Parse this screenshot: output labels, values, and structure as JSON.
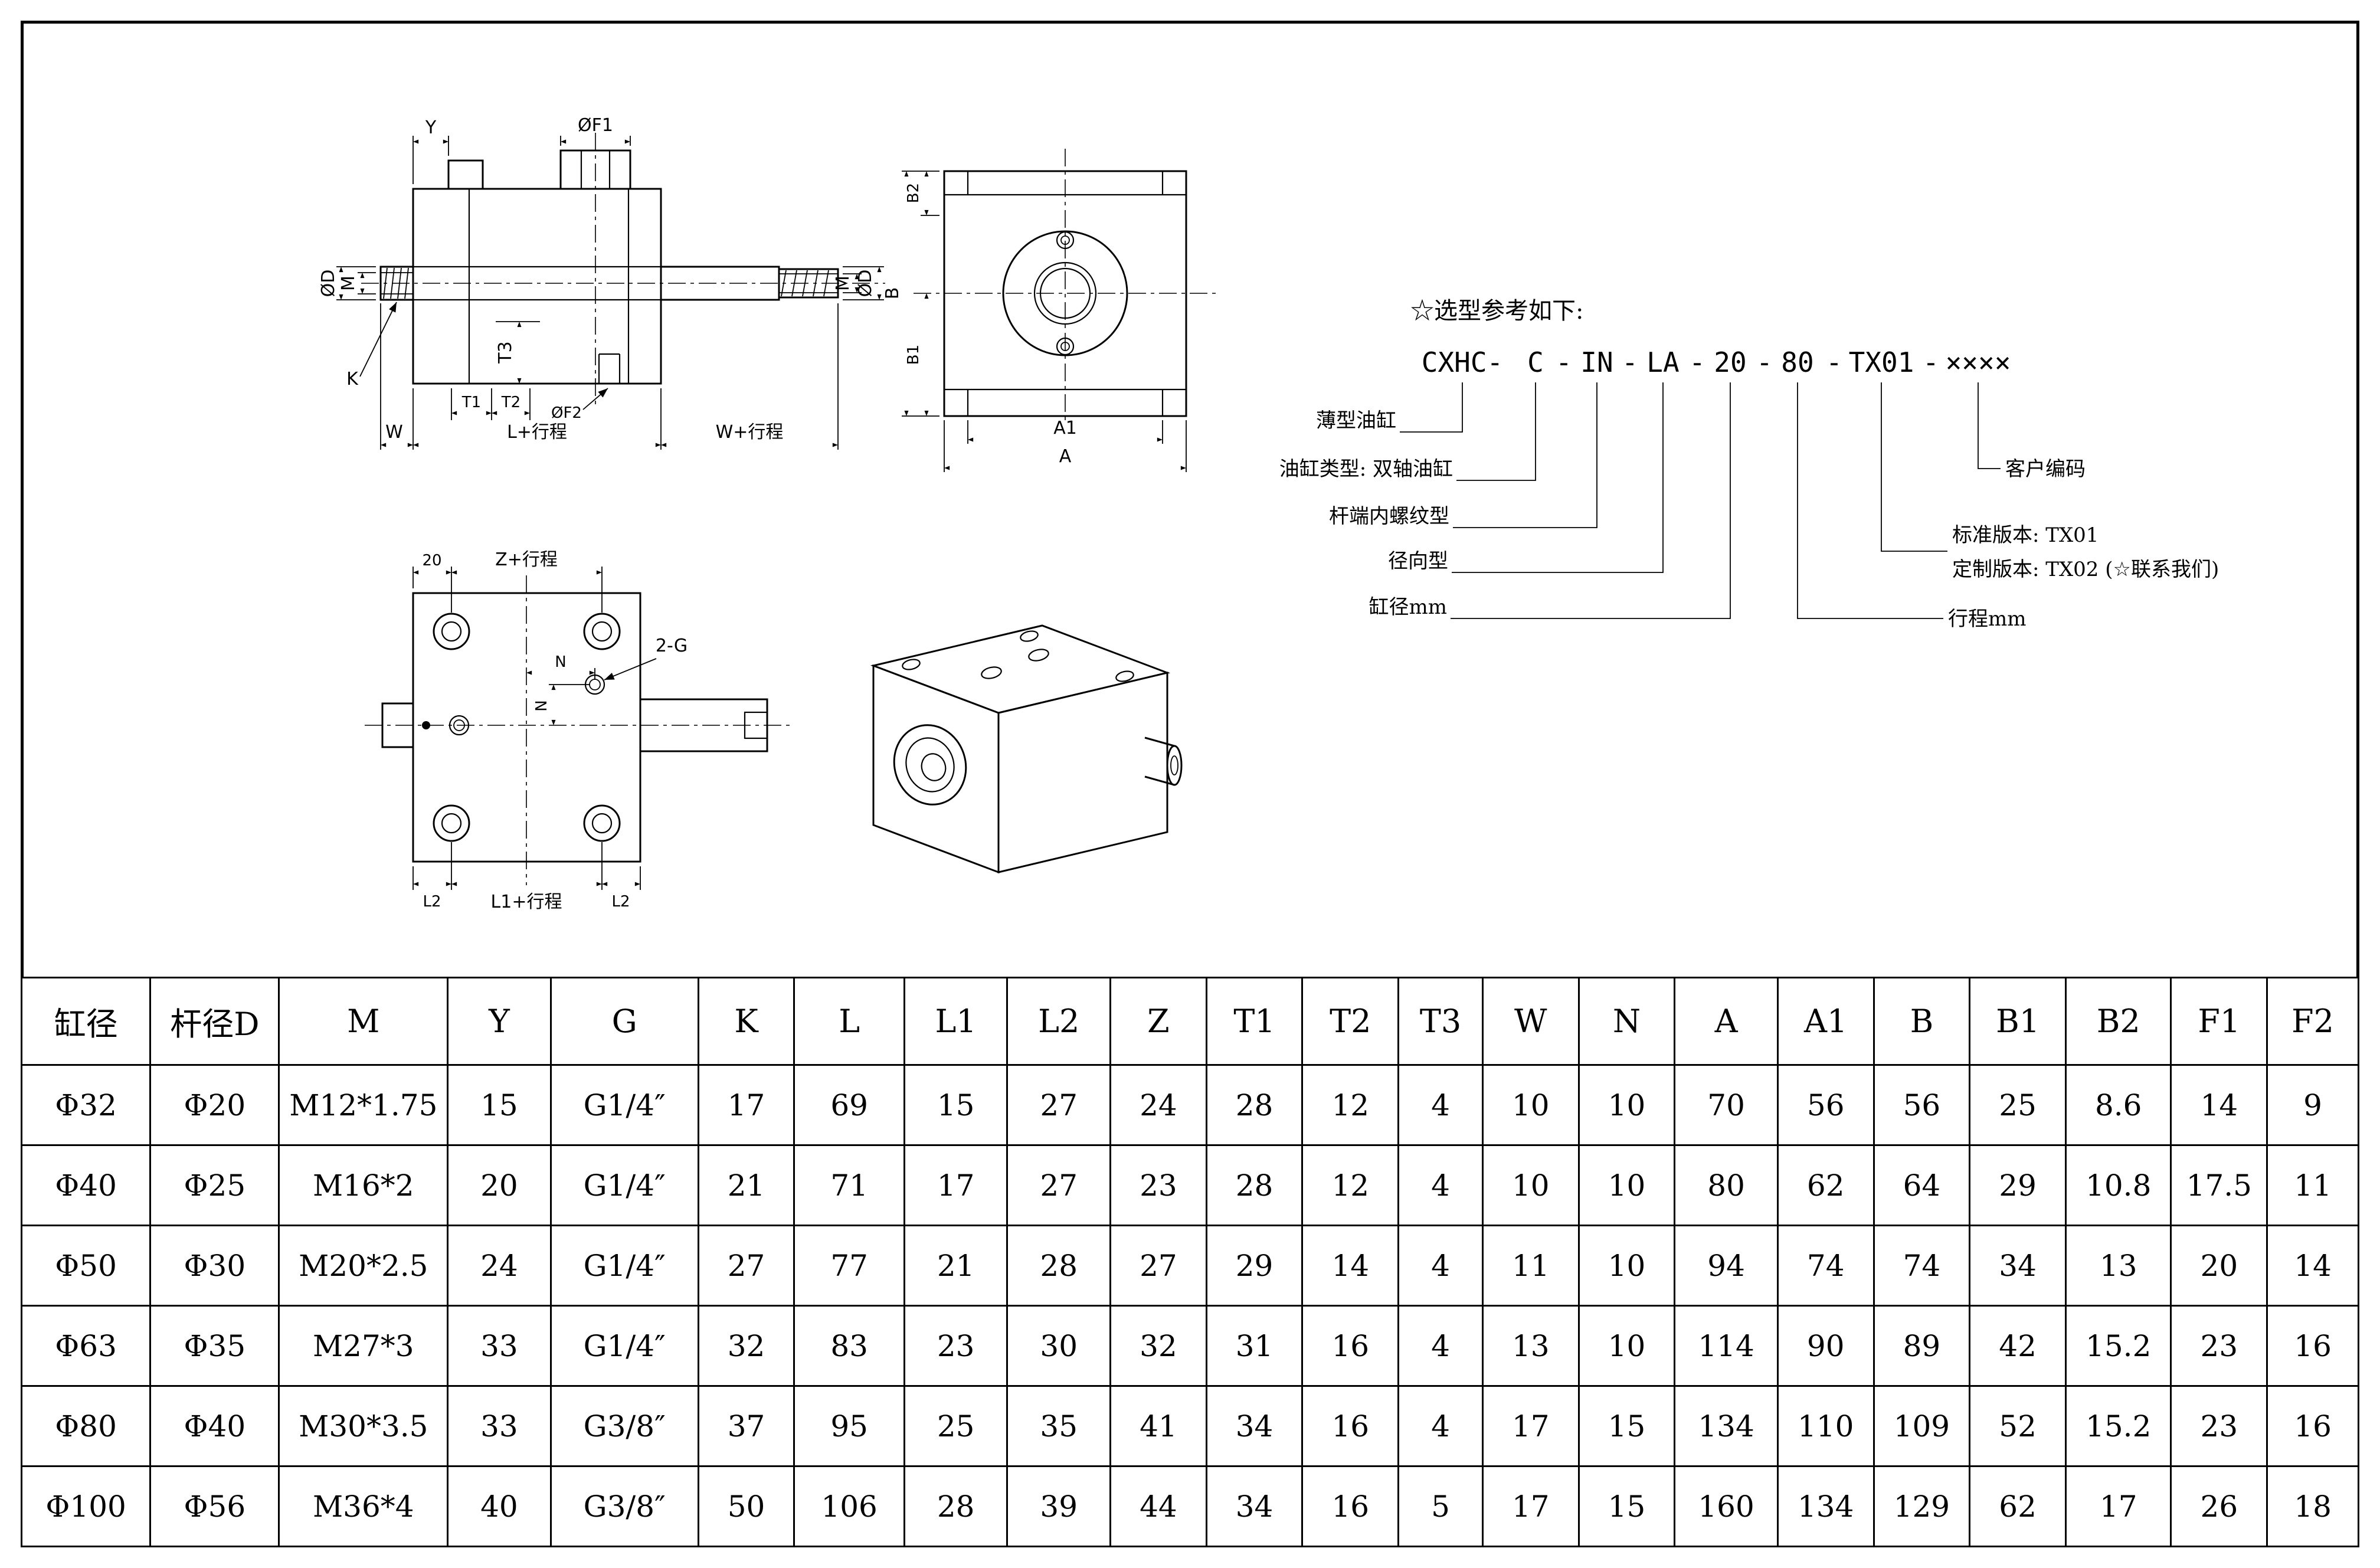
{
  "selection_guide": {
    "title": "☆选型参考如下:",
    "code": {
      "p1": "CXHC-",
      "p2": "C",
      "p3": "IN",
      "p4": "LA",
      "p5": "20",
      "p6": "80",
      "p7": "TX01",
      "p8": "××××",
      "dash": "-"
    },
    "labels": {
      "thin_cylinder": "薄型油缸",
      "cylinder_type": "油缸类型: 双轴油缸",
      "rod_end_thread": "杆端内螺纹型",
      "radial_type": "径向型",
      "bore_mm": "缸径mm",
      "customer_code": "客户编码",
      "standard_version": "标准版本: TX01",
      "custom_version": "定制版本: TX02 (☆联系我们)",
      "stroke_mm": "行程mm"
    }
  },
  "drawings": {
    "side_view": {
      "Y": "Y",
      "F1": "ØF1",
      "D_left": "ØD",
      "M_left": "M",
      "K": "K",
      "T1": "T1",
      "T2": "T2",
      "T3": "T3",
      "F2": "ØF2",
      "W": "W",
      "L_plus_stroke": "L+行程",
      "W_plus_stroke": "W+行程",
      "M_right": "M",
      "D_right": "ØD"
    },
    "front_view": {
      "B2": "B2",
      "B": "B",
      "B1": "B1",
      "A1": "A1",
      "A": "A"
    },
    "bottom_view": {
      "d20": "20",
      "Z_plus_stroke": "Z+行程",
      "two_G": "2-G",
      "N1": "N",
      "N2": "N",
      "L2a": "L2",
      "L1_plus_stroke": "L1+行程",
      "L2b": "L2"
    }
  },
  "table": {
    "headers": [
      "缸径",
      "杆径D",
      "M",
      "Y",
      "G",
      "K",
      "L",
      "L1",
      "L2",
      "Z",
      "T1",
      "T2",
      "T3",
      "W",
      "N",
      "A",
      "A1",
      "B",
      "B1",
      "B2",
      "F1",
      "F2"
    ],
    "rows": [
      [
        "Φ32",
        "Φ20",
        "M12*1.75",
        "15",
        "G1/4″",
        "17",
        "69",
        "15",
        "27",
        "24",
        "28",
        "12",
        "4",
        "10",
        "10",
        "70",
        "56",
        "56",
        "25",
        "8.6",
        "14",
        "9"
      ],
      [
        "Φ40",
        "Φ25",
        "M16*2",
        "20",
        "G1/4″",
        "21",
        "71",
        "17",
        "27",
        "23",
        "28",
        "12",
        "4",
        "10",
        "10",
        "80",
        "62",
        "64",
        "29",
        "10.8",
        "17.5",
        "11"
      ],
      [
        "Φ50",
        "Φ30",
        "M20*2.5",
        "24",
        "G1/4″",
        "27",
        "77",
        "21",
        "28",
        "27",
        "29",
        "14",
        "4",
        "11",
        "10",
        "94",
        "74",
        "74",
        "34",
        "13",
        "20",
        "14"
      ],
      [
        "Φ63",
        "Φ35",
        "M27*3",
        "33",
        "G1/4″",
        "32",
        "83",
        "23",
        "30",
        "32",
        "31",
        "16",
        "4",
        "13",
        "10",
        "114",
        "90",
        "89",
        "42",
        "15.2",
        "23",
        "16"
      ],
      [
        "Φ80",
        "Φ40",
        "M30*3.5",
        "33",
        "G3/8″",
        "37",
        "95",
        "25",
        "35",
        "41",
        "34",
        "16",
        "4",
        "17",
        "15",
        "134",
        "110",
        "109",
        "52",
        "15.2",
        "23",
        "16"
      ],
      [
        "Φ100",
        "Φ56",
        "M36*4",
        "40",
        "G3/8″",
        "50",
        "106",
        "28",
        "39",
        "44",
        "34",
        "16",
        "5",
        "17",
        "15",
        "160",
        "134",
        "129",
        "62",
        "17",
        "26",
        "18"
      ]
    ]
  }
}
